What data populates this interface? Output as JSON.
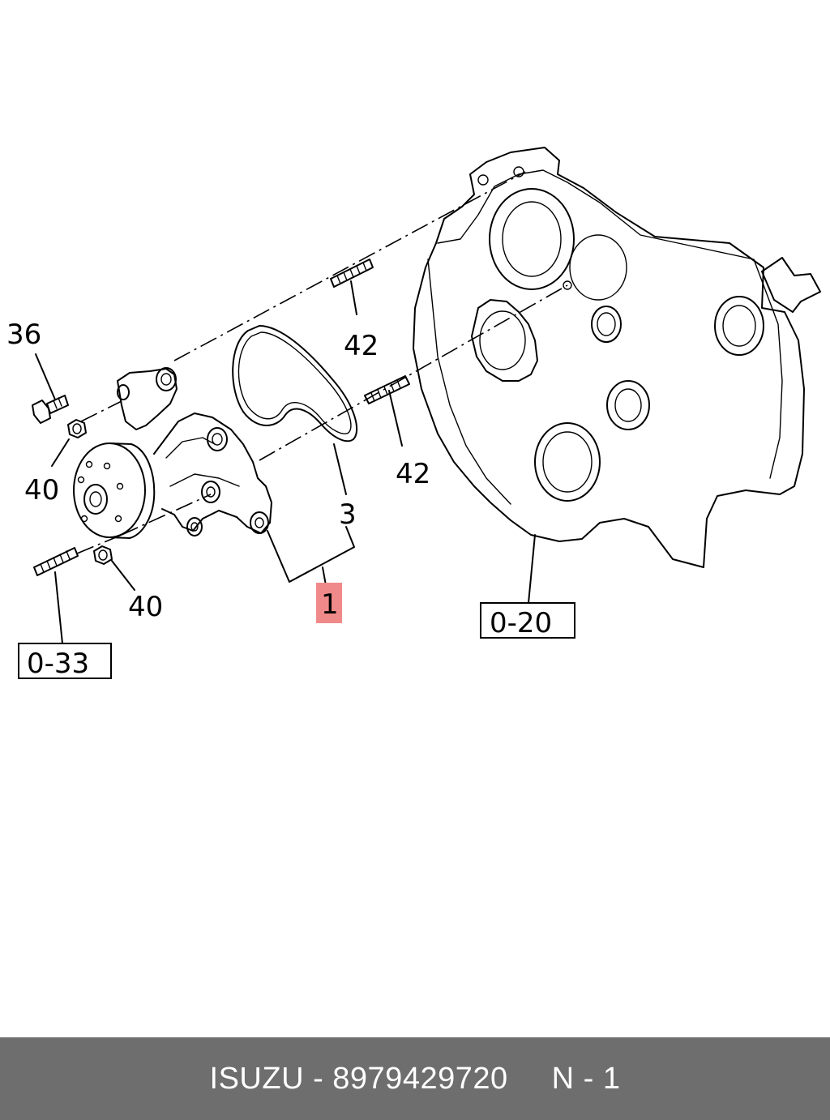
{
  "callouts": {
    "c36": "36",
    "c40a": "40",
    "c40b": "40",
    "c42a": "42",
    "c42b": "42",
    "c3": "3",
    "c1": "1"
  },
  "refs": {
    "r033": "0-33",
    "r020": "0-20"
  },
  "footer": {
    "brand_part": "ISUZU - 8979429720",
    "position": "N - 1"
  },
  "colors": {
    "highlight": "#f08a8a",
    "footer_bg": "#6e6e6e"
  }
}
